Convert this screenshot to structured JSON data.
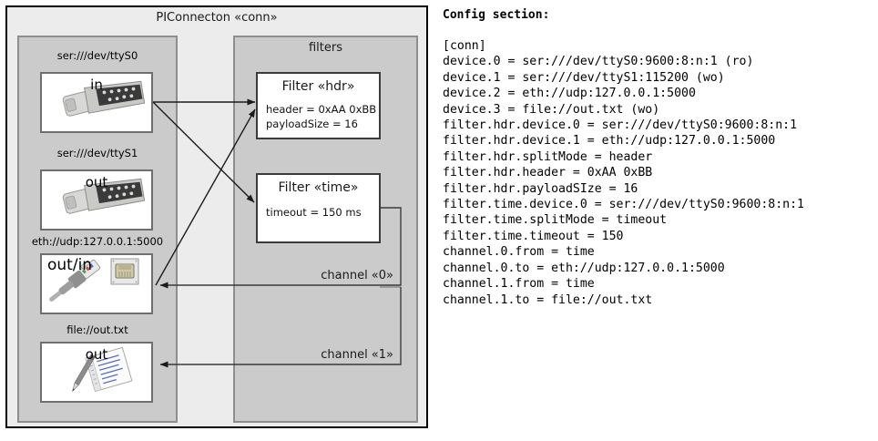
{
  "diagram": {
    "outer_title": "PIConnecton «conn»",
    "devices_panel": {
      "devices": [
        {
          "label": "ser:///dev/ttyS0",
          "direction": "in",
          "icon": "serial-port-icon"
        },
        {
          "label": "ser:///dev/ttyS1",
          "direction": "out",
          "icon": "serial-port-icon"
        },
        {
          "label": "eth://udp:127.0.0.1:5000",
          "direction": "out/in",
          "icon": "ethernet-jack-icon"
        },
        {
          "label": "file://out.txt",
          "direction": "out",
          "icon": "text-file-icon"
        }
      ]
    },
    "filters_panel": {
      "title": "filters",
      "filters": [
        {
          "title": "Filter «hdr»",
          "props": [
            "header = 0xAA 0xBB",
            "payloadSize = 16"
          ]
        },
        {
          "title": "Filter «time»",
          "props": [
            "timeout = 150 ms"
          ]
        }
      ],
      "channels": [
        {
          "label": "channel «0»"
        },
        {
          "label": "channel «1»"
        }
      ]
    }
  },
  "config": {
    "heading": "Config section:",
    "lines": "[conn]\ndevice.0 = ser:///dev/ttyS0:9600:8:n:1 (ro)\ndevice.1 = ser:///dev/ttyS1:115200 (wo)\ndevice.2 = eth://udp:127.0.0.1:5000\ndevice.3 = file://out.txt (wo)\nfilter.hdr.device.0 = ser:///dev/ttyS0:9600:8:n:1\nfilter.hdr.device.1 = eth://udp:127.0.0.1:5000\nfilter.hdr.splitMode = header\nfilter.hdr.header = 0xAA 0xBB\nfilter.hdr.payloadSIze = 16\nfilter.time.device.0 = ser:///dev/ttyS0:9600:8:n:1\nfilter.time.splitMode = timeout\nfilter.time.timeout = 150\nchannel.0.from = time\nchannel.0.to = eth://udp:127.0.0.1:5000\nchannel.1.from = time\nchannel.1.to = file://out.txt"
  },
  "colors": {
    "page_bg": "#ffffff",
    "outer_fill": "#ececec",
    "panel_fill": "#cbcbcb",
    "panel_border": "#8e8e8e",
    "box_fill": "#ffffff",
    "box_border": "#6f6f6f",
    "filter_border": "#3b3b3b",
    "line": "#2b2b2b",
    "text": "#000000"
  }
}
